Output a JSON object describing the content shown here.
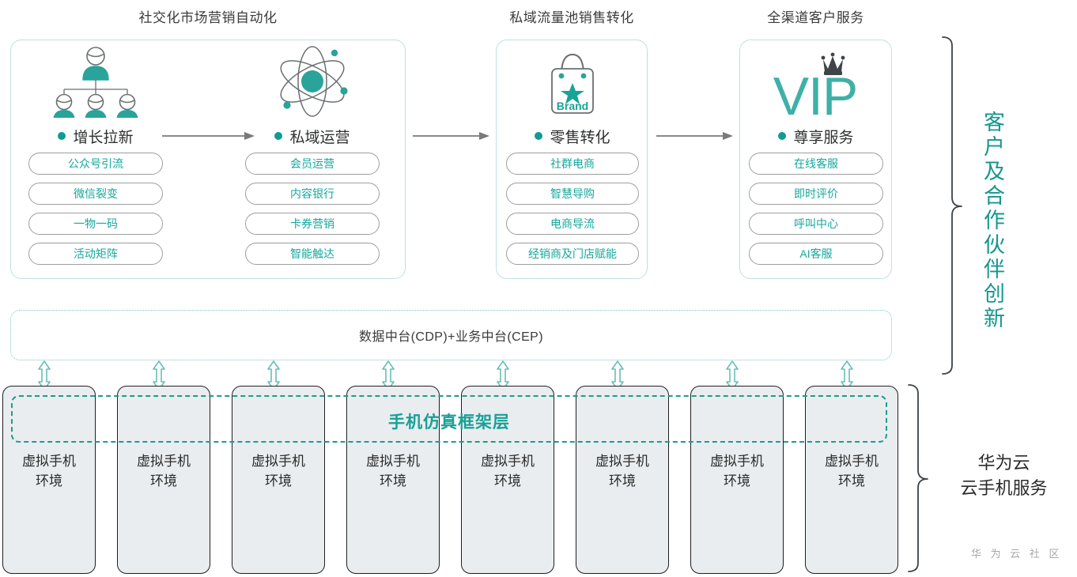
{
  "sections": [
    {
      "title": "社交化市场营销自动化",
      "columns": [
        {
          "icon": "org-people-icon",
          "label": "增长拉新",
          "pills": [
            "公众号引流",
            "微信裂变",
            "一物一码",
            "活动矩阵"
          ]
        },
        {
          "icon": "atom-icon",
          "label": "私域运营",
          "pills": [
            "会员运营",
            "内容银行",
            "卡券营销",
            "智能触达"
          ]
        }
      ]
    },
    {
      "title": "私域流量池销售转化",
      "columns": [
        {
          "icon": "brand-bag-icon",
          "label": "零售转化",
          "pills": [
            "社群电商",
            "智慧导购",
            "电商导流",
            "经销商及门店赋能"
          ]
        }
      ]
    },
    {
      "title": "全渠道客户服务",
      "columns": [
        {
          "icon": "vip-crown-icon",
          "label": "尊享服务",
          "pills": [
            "在线客服",
            "即时评价",
            "呼叫中心",
            "AI客服"
          ]
        }
      ]
    }
  ],
  "brand_bag": {
    "text": "Brand"
  },
  "vip": {
    "text": "VIP"
  },
  "middle_band": {
    "label": "数据中台(CDP)+业务中台(CEP)"
  },
  "emulation_layer": {
    "label": "手机仿真框架层"
  },
  "phones": [
    {
      "line1": "虚拟手机",
      "line2": "环境"
    },
    {
      "line1": "虚拟手机",
      "line2": "环境"
    },
    {
      "line1": "虚拟手机",
      "line2": "环境"
    },
    {
      "line1": "虚拟手机",
      "line2": "环境"
    },
    {
      "line1": "虚拟手机",
      "line2": "环境"
    },
    {
      "line1": "虚拟手机",
      "line2": "环境"
    },
    {
      "line1": "虚拟手机",
      "line2": "环境"
    },
    {
      "line1": "虚拟手机",
      "line2": "环境"
    }
  ],
  "right_labels": {
    "top_vertical": "客户及合作伙伴创新",
    "bottom_line1": "华为云",
    "bottom_line2": "云手机服务"
  },
  "watermark": "华 为 云 社 区",
  "colors": {
    "teal": "#16a79c",
    "teal_dark": "#0f9b94",
    "card_border": "#bfe0e0",
    "pill_border": "#9e9e9e",
    "phone_fill": "#e9edef",
    "phone_border": "#1f1f23",
    "heading": "#3b3b3b",
    "watermark": "#a8a8a8"
  }
}
